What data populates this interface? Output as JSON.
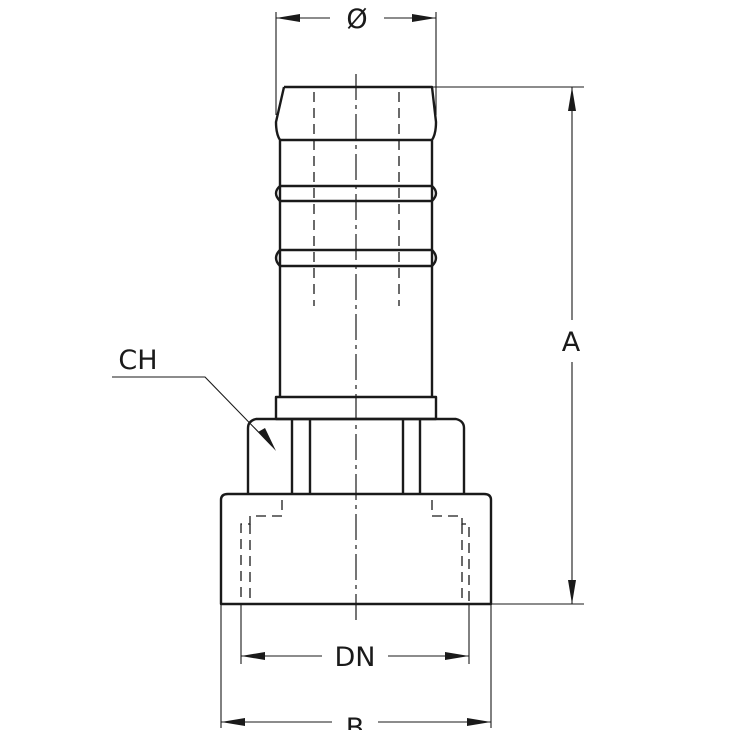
{
  "dimension_labels": {
    "diameter": "Ø",
    "length": "A",
    "hex": "CH",
    "thread": "DN",
    "outer": "B"
  }
}
